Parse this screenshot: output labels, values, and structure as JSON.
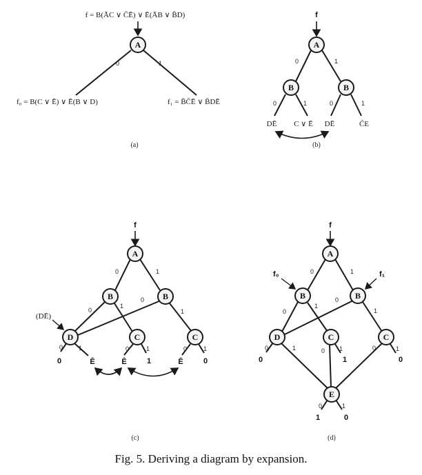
{
  "figure": {
    "caption": "Fig. 5.   Deriving a diagram by expansion."
  },
  "panel_a": {
    "label": "(a)",
    "f_expr": "f = B(ĀC ∨ C̄Ē) ∨ Ē(ĀB ∨ B̄D)",
    "f0_expr": "f₀ = B(C ∨ Ē) ∨ Ē(B ∨ D)",
    "f1_expr": "f₁ = B̄C̄Ē ∨ B̄DĒ",
    "node_A": "A",
    "edge_0": "0",
    "edge_1": "1"
  },
  "panel_b": {
    "label": "(b)",
    "f": "f",
    "node_A": "A",
    "node_B_left": "B",
    "node_B_right": "B",
    "edge_A0": "0",
    "edge_A1": "1",
    "edge_BL0": "0",
    "edge_BL1": "1",
    "edge_BR0": "0",
    "edge_BR1": "1",
    "leaf_1": "DĒ",
    "leaf_2": "C ∨ Ē",
    "leaf_3": "DĒ",
    "leaf_4": "C̄E"
  },
  "panel_c": {
    "label": "(c)",
    "f": "f",
    "de_tag": "(DĒ)",
    "node_A": "A",
    "node_B_left": "B",
    "node_B_right": "B",
    "node_D": "D",
    "node_C_mid": "C",
    "node_C_right": "C",
    "edge_A0": "0",
    "edge_A1": "1",
    "edge_BL0": "0",
    "edge_BL1": "1",
    "edge_BR0": "0",
    "edge_BR1": "1",
    "edge_D0": "0",
    "edge_D1": "1",
    "edge_CM0": "0",
    "edge_CM1": "1",
    "edge_CR0": "0",
    "edge_CR1": "1",
    "leaf_D0": "0",
    "leaf_D1": "Ē",
    "leaf_CM0": "Ē",
    "leaf_CM1": "1",
    "leaf_CR0": "Ē",
    "leaf_CR1": "0"
  },
  "panel_d": {
    "label": "(d)",
    "f": "f",
    "f0": "f₀",
    "f1": "f₁",
    "node_A": "A",
    "node_B_left": "B",
    "node_B_right": "B",
    "node_D": "D",
    "node_C_mid": "C",
    "node_C_right": "C",
    "node_E": "E",
    "edge_A0": "0",
    "edge_A1": "1",
    "edge_BL0": "0",
    "edge_BL1": "1",
    "edge_BR0": "0",
    "edge_BR1": "1",
    "edge_D0": "0",
    "edge_D1": "1",
    "edge_CM0": "0",
    "edge_CM1": "1",
    "edge_CR0": "0",
    "edge_CR1": "1",
    "edge_E0": "0",
    "edge_E1": "1",
    "leaf_D0": "0",
    "leaf_CM1": "1",
    "leaf_CR1": "0",
    "leaf_E0": "1",
    "leaf_E1": "0"
  },
  "colors": {
    "ink": "#1a1a1a",
    "node_fill": "#f4f4f4"
  }
}
